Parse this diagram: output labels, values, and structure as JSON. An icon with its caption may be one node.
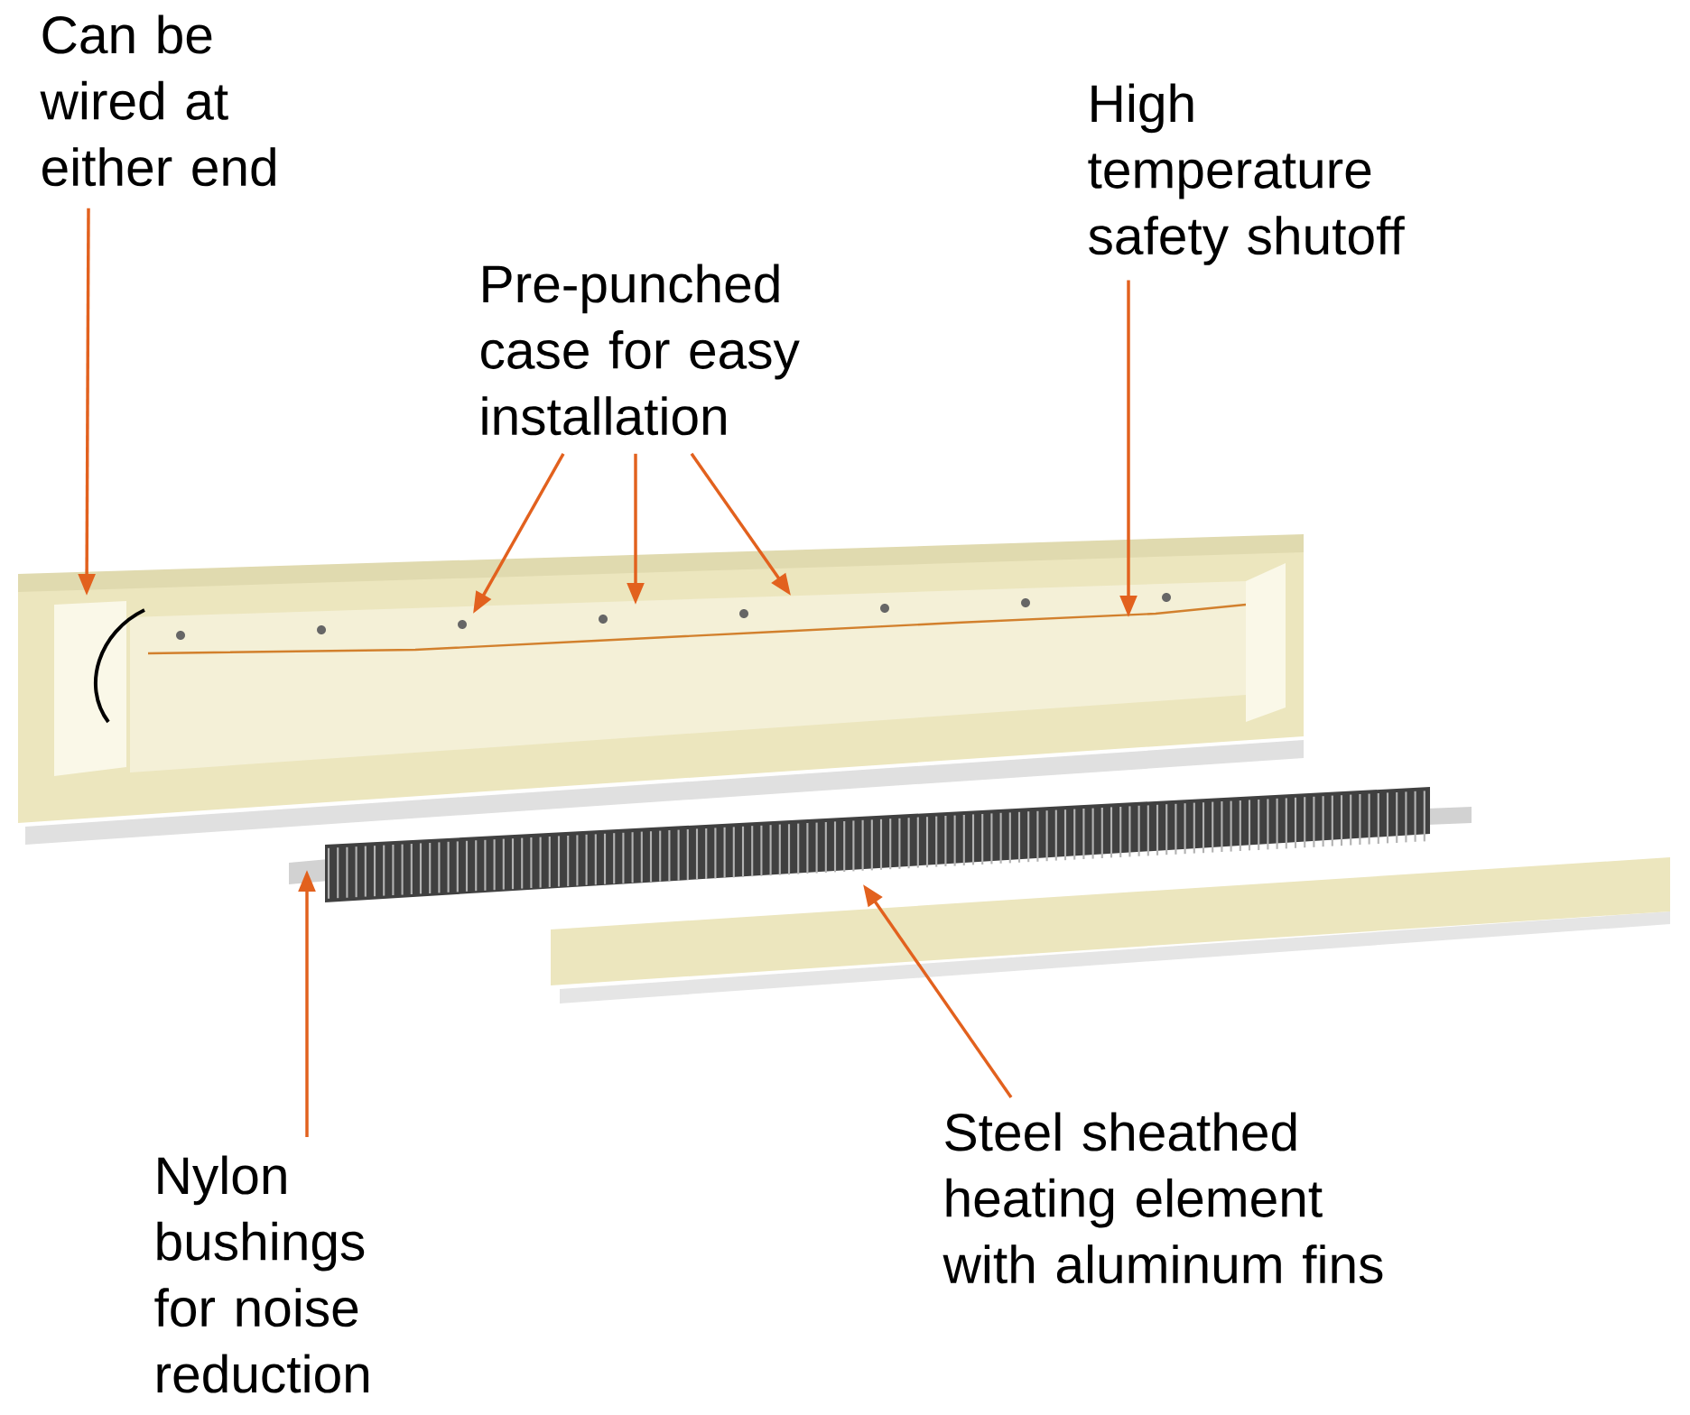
{
  "diagram": {
    "nodes": [
      {
        "text": [
          "Can be wired at either end"
        ]
      },
      {
        "text": [
          "Pre-punched case for easy installation"
        ]
      },
      {
        "text": [
          "High temperature safety shutoff"
        ]
      },
      {
        "text": [
          "Nylon bushings for noise reduction"
        ]
      },
      {
        "text": [
          "Steel sheathed heating element with aluminum fins"
        ]
      }
    ],
    "edges": [
      {
        "from": 0,
        "to": null,
        "arrow": "to"
      },
      {
        "from": 1,
        "to": null,
        "arrow": "to"
      },
      {
        "from": 1,
        "to": null,
        "arrow": "to"
      },
      {
        "from": 1,
        "to": null,
        "arrow": "to"
      },
      {
        "from": 2,
        "to": null,
        "arrow": "to"
      },
      {
        "from": 3,
        "to": null,
        "arrow": "to"
      },
      {
        "from": 4,
        "to": null,
        "arrow": "to"
      }
    ]
  }
}
